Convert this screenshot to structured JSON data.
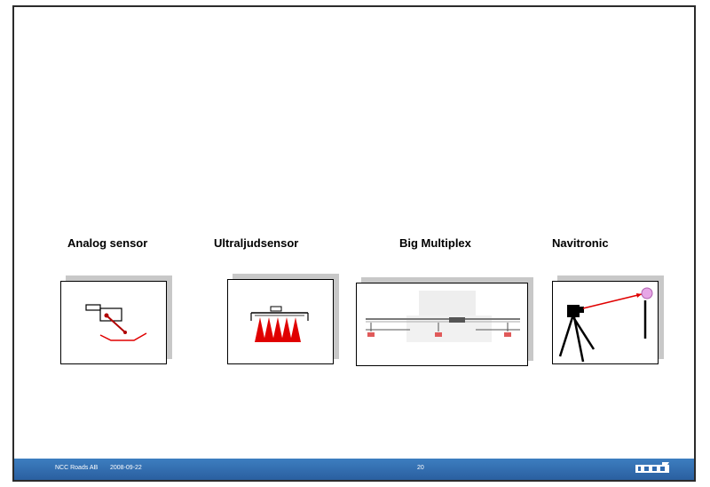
{
  "slide": {
    "sections": [
      {
        "label": "Analog sensor"
      },
      {
        "label": "Ultraljudsensor"
      },
      {
        "label": "Big Multiplex"
      },
      {
        "label": "Navitronic"
      }
    ]
  },
  "footer": {
    "company": "NCC Roads AB",
    "date": "2008-09-22",
    "page_number": "20",
    "logo_text": "NCC"
  },
  "colors": {
    "footer_bar": "#2f6aaf",
    "accent_red": "#e00000"
  },
  "icons": [
    "analog-sensor-diagram",
    "ultrasonic-sensor-diagram",
    "big-multiplex-photo",
    "navitronic-diagram",
    "ncc-logo"
  ]
}
